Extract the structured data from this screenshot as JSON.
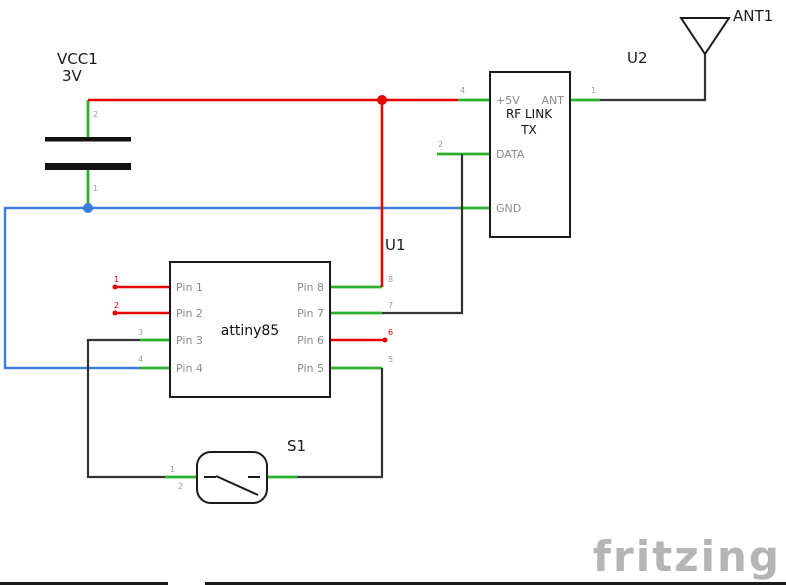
{
  "watermark": "fritzing",
  "parts": {
    "battery": {
      "ref": "VCC1",
      "value": "3V",
      "pin_top": "2",
      "pin_bottom": "1"
    },
    "mcu": {
      "ref": "U1",
      "name": "attiny85",
      "left_pins": [
        {
          "label": "Pin 1",
          "num": "1"
        },
        {
          "label": "Pin 2",
          "num": "2"
        },
        {
          "label": "Pin 3",
          "num": "3"
        },
        {
          "label": "Pin 4",
          "num": "4"
        }
      ],
      "right_pins": [
        {
          "label": "Pin 8",
          "num": "8"
        },
        {
          "label": "Pin 7",
          "num": "7"
        },
        {
          "label": "Pin 6",
          "num": "6"
        },
        {
          "label": "Pin 5",
          "num": "5"
        }
      ]
    },
    "rf_module": {
      "ref": "U2",
      "name_line1": "RF LINK",
      "name_line2": "TX",
      "pin_vcc": {
        "label": "+5V",
        "num": "4"
      },
      "pin_ant": {
        "label": "ANT",
        "num": "1"
      },
      "pin_data": {
        "label": "DATA",
        "num": "2"
      },
      "pin_gnd": {
        "label": "GND"
      }
    },
    "antenna": {
      "ref": "ANT1"
    },
    "switch": {
      "ref": "S1",
      "pin1": "1",
      "pin2": "2"
    }
  },
  "colors": {
    "vcc_wire": "#e60000",
    "gnd_wire": "#3b7de1",
    "signal_wire": "#333333",
    "pin_leg": "#2bb22b",
    "unrouted_pin": "#e60000",
    "pin_label_gray": "#8a8a8a",
    "watermark_gray": "#b5b5b5"
  }
}
